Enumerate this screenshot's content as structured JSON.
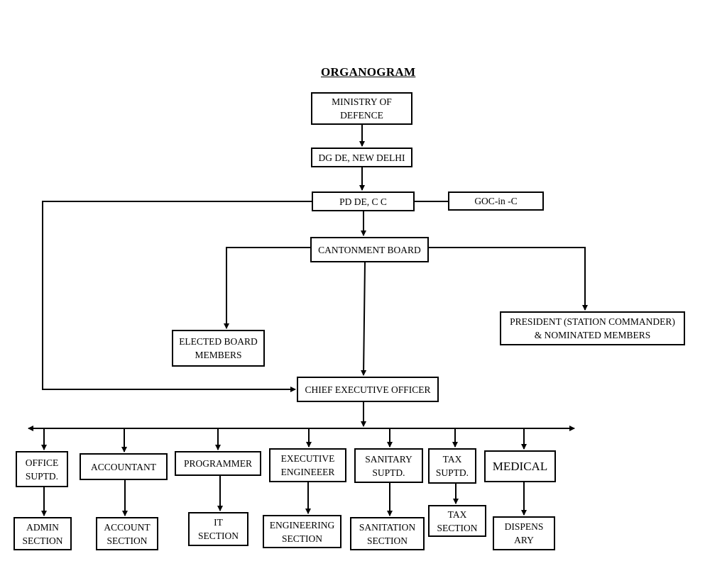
{
  "title": "ORGANOGRAM",
  "nodes": {
    "ministry": "MINISTRY OF\nDEFENCE",
    "dg_de": "DG DE, NEW DELHI",
    "pd_de": "PD DE,  C C",
    "goc": "GOC-in -C",
    "cantonment_board": "CANTONMENT BOARD",
    "elected_members": "ELECTED BOARD\nMEMBERS",
    "president": "PRESIDENT (STATION COMMANDER)\n& NOMINATED MEMBERS",
    "ceo": "CHIEF EXECUTIVE OFFICER",
    "office_suptd": "OFFICE\nSUPTD.",
    "accountant": "ACCOUNTANT",
    "programmer": "PROGRAMMER",
    "executive_engineer": "EXECUTIVE\nENGINEEER",
    "sanitary_suptd": "SANITARY\nSUPTD.",
    "tax_suptd": "TAX\nSUPTD.",
    "medical": "MEDICAL",
    "admin_section": "ADMIN\nSECTION",
    "account_section": "ACCOUNT\nSECTION",
    "it_section": "IT\nSECTION",
    "engineering_section": "ENGINEERING\nSECTION",
    "sanitation_section": "SANITATION\nSECTION",
    "tax_section": "TAX\nSECTION",
    "dispensary": "DISPENS\nARY"
  }
}
